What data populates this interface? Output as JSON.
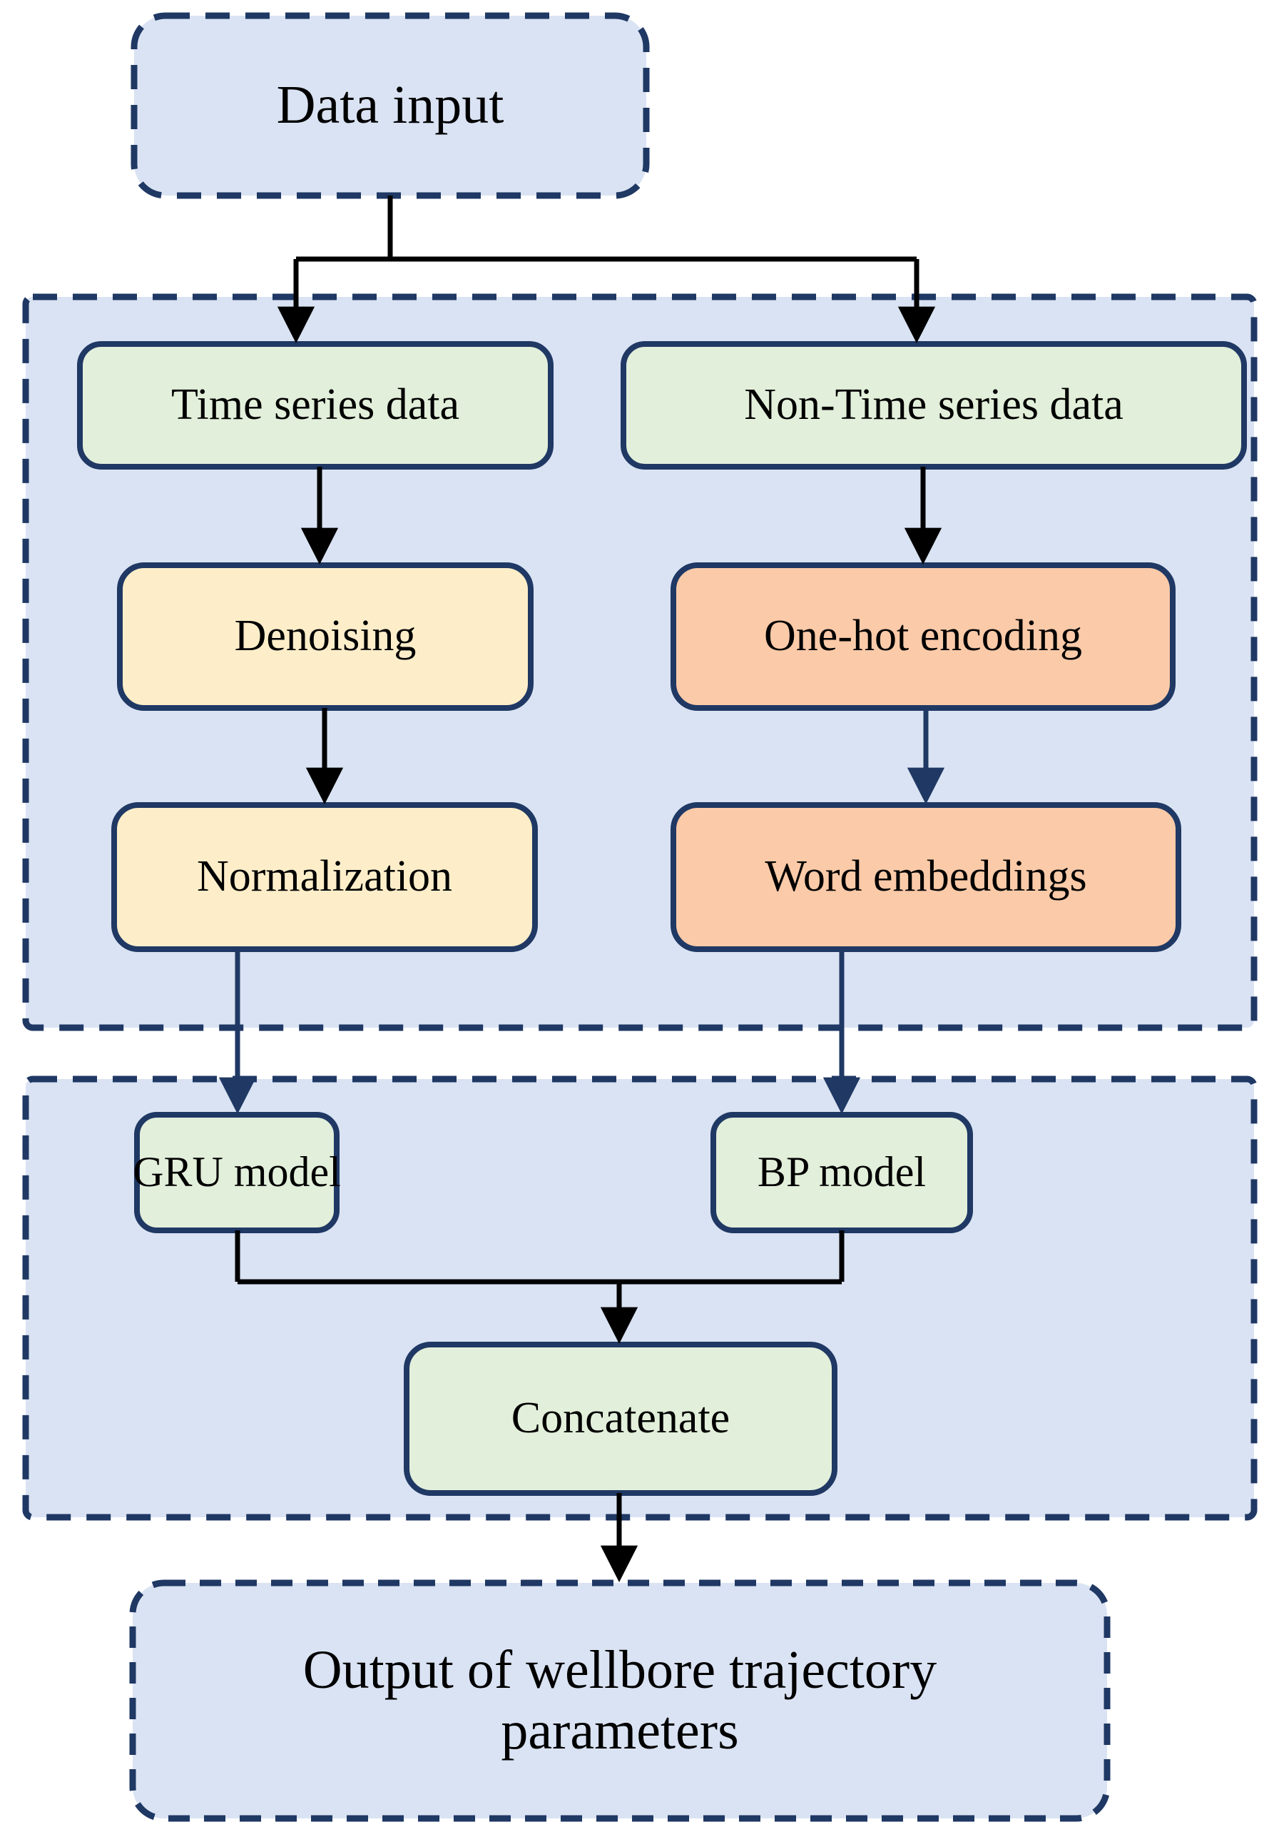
{
  "diagram": {
    "title": "Wellbore trajectory prediction model flowchart",
    "type": "flowchart",
    "orientation": "top-to-bottom"
  },
  "colors": {
    "group_fill": "#dae3f3",
    "group_border": "#1f3864",
    "green_fill": "#e2efda",
    "green_border": "#1f3864",
    "yellow_fill": "#fdeec9",
    "yellow_border": "#1f3864",
    "orange_fill": "#fbcaa8",
    "orange_border": "#1f3864",
    "arrow_black": "#000000",
    "arrow_navy": "#1f3864",
    "text": "#000000",
    "page_background": "#ffffff"
  },
  "nodes": {
    "data_input": {
      "label": "Data input",
      "shape": "rounded-rect",
      "border": "dashed",
      "fill": "group_fill"
    },
    "time_series": {
      "label": "Time series data",
      "shape": "rounded-rect",
      "border": "solid",
      "fill": "green_fill"
    },
    "non_time_series": {
      "label": "Non-Time series data",
      "shape": "rounded-rect",
      "border": "solid",
      "fill": "green_fill"
    },
    "denoising": {
      "label": "Denoising",
      "shape": "rounded-rect",
      "border": "solid",
      "fill": "yellow_fill"
    },
    "normalization": {
      "label": "Normalization",
      "shape": "rounded-rect",
      "border": "solid",
      "fill": "yellow_fill"
    },
    "one_hot": {
      "label": "One-hot encoding",
      "shape": "rounded-rect",
      "border": "solid",
      "fill": "orange_fill"
    },
    "word_embeddings": {
      "label": "Word embeddings",
      "shape": "rounded-rect",
      "border": "solid",
      "fill": "orange_fill"
    },
    "gru_model": {
      "label": "GRU model",
      "shape": "rounded-rect",
      "border": "solid",
      "fill": "green_fill"
    },
    "bp_model": {
      "label": "BP model",
      "shape": "rounded-rect",
      "border": "solid",
      "fill": "green_fill"
    },
    "concatenate": {
      "label": "Concatenate",
      "shape": "rounded-rect",
      "border": "solid",
      "fill": "green_fill"
    },
    "output": {
      "label": "Output of wellbore trajectory\nparameters",
      "shape": "rounded-rect",
      "border": "dashed",
      "fill": "group_fill"
    }
  },
  "groups": {
    "preprocessing": {
      "label": "",
      "border": "dashed",
      "fill": "group_fill"
    },
    "modeling": {
      "label": "",
      "border": "dashed",
      "fill": "group_fill"
    }
  },
  "edges": [
    {
      "from": "data_input",
      "to": "time_series",
      "style": "orthogonal-split",
      "color": "arrow_black"
    },
    {
      "from": "data_input",
      "to": "non_time_series",
      "style": "orthogonal-split",
      "color": "arrow_black"
    },
    {
      "from": "time_series",
      "to": "denoising",
      "style": "straight",
      "color": "arrow_black"
    },
    {
      "from": "denoising",
      "to": "normalization",
      "style": "straight",
      "color": "arrow_black"
    },
    {
      "from": "non_time_series",
      "to": "one_hot",
      "style": "straight",
      "color": "arrow_black"
    },
    {
      "from": "one_hot",
      "to": "word_embeddings",
      "style": "straight",
      "color": "arrow_navy"
    },
    {
      "from": "normalization",
      "to": "gru_model",
      "style": "straight",
      "color": "arrow_navy"
    },
    {
      "from": "word_embeddings",
      "to": "bp_model",
      "style": "straight",
      "color": "arrow_navy"
    },
    {
      "from": "gru_model",
      "to": "concatenate",
      "style": "orthogonal-merge",
      "color": "arrow_black"
    },
    {
      "from": "bp_model",
      "to": "concatenate",
      "style": "orthogonal-merge",
      "color": "arrow_black"
    },
    {
      "from": "concatenate",
      "to": "output",
      "style": "straight",
      "color": "arrow_black"
    }
  ]
}
